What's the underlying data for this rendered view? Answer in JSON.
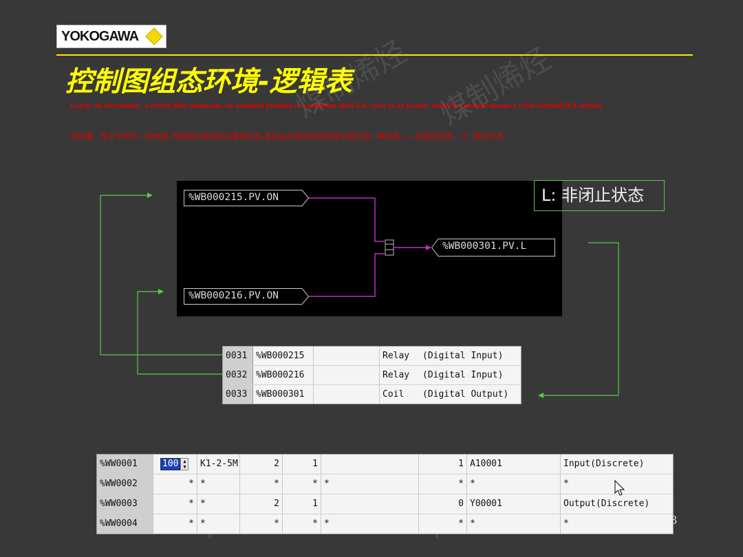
{
  "logo": {
    "text": "YOKOGAWA"
  },
  "title": "控制图组态环境-逻辑表",
  "description_en": "Latch: In electronics, a circuit that maintains an assumed position or condition until it is reset to its former state by external means.L:Non-latched;H:Latched",
  "description_cn": "锁存器：电子学中的一种电路,可维持所承担的位置或状态,直到由外部手段将其复位到它前一种状态。L:非锁存状态，H：锁存状态",
  "diagram": {
    "input1": "%WB000215.PV.ON",
    "input2": "%WB000216.PV.ON",
    "output": "%WB000301.PV.L"
  },
  "callout": "L: 非闭止状态",
  "io_table": [
    {
      "id": "0031",
      "tag": "%WB000215",
      "type": "Relay",
      "desc": "(Digital Input)"
    },
    {
      "id": "0032",
      "tag": "%WB000216",
      "type": "Relay",
      "desc": "(Digital Input)"
    },
    {
      "id": "0033",
      "tag": "%WB000301",
      "type": "Coil",
      "desc": "(Digital Output)"
    }
  ],
  "ww_table": [
    {
      "id": "%WW0001",
      "c1": "100",
      "c2": "K1-2-5M",
      "c3": "2",
      "c4": "1",
      "c5": "",
      "c6": "1",
      "c7": "A10001",
      "c8": "Input(Discrete)"
    },
    {
      "id": "%WW0002",
      "c1": "*",
      "c2": "*",
      "c3": "*",
      "c4": "*",
      "c5": "*",
      "c6": "*",
      "c7": "*",
      "c8": "*"
    },
    {
      "id": "%WW0003",
      "c1": "*",
      "c2": "*",
      "c3": "2",
      "c4": "1",
      "c5": "",
      "c6": "0",
      "c7": "Y00001",
      "c8": "Output(Discrete)"
    },
    {
      "id": "%WW0004",
      "c1": "*",
      "c2": "*",
      "c3": "*",
      "c4": "*",
      "c5": "*",
      "c6": "*",
      "c7": "*",
      "c8": "*"
    }
  ],
  "page_number": "3",
  "watermark": "煤制烯烃",
  "colors": {
    "title": "#ffff00",
    "rule": "#ffe800",
    "desc": "#e00000",
    "wire": "#c030c0",
    "arrow": "#55cc44"
  }
}
